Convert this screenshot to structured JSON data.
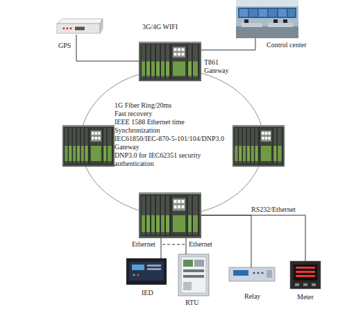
{
  "diagram": {
    "nodes": [
      {
        "text": [
          "GPS"
        ]
      },
      {
        "text": [
          "T861 Gateway"
        ]
      },
      {
        "text": [
          "Control center"
        ]
      },
      {
        "text": []
      },
      {
        "text": []
      },
      {
        "text": []
      },
      {
        "text": [
          "IED"
        ]
      },
      {
        "text": [
          "RTU"
        ]
      },
      {
        "text": [
          "Relay"
        ]
      },
      {
        "text": [
          "Meter"
        ]
      }
    ],
    "edges": [
      {
        "from": 0,
        "to": 1,
        "arrow": "none"
      },
      {
        "from": 1,
        "to": 2,
        "arrow": "none"
      },
      {
        "from": 1,
        "to": 3,
        "arrow": "none"
      },
      {
        "from": 3,
        "to": 5,
        "arrow": "none"
      },
      {
        "from": 5,
        "to": 4,
        "arrow": "none"
      },
      {
        "from": 4,
        "to": 1,
        "arrow": "none"
      },
      {
        "from": 5,
        "to": 6,
        "label": "Ethernet",
        "arrow": "none"
      },
      {
        "from": 5,
        "to": 7,
        "label": "Ethernet",
        "arrow": "none"
      },
      {
        "from": 5,
        "to": 8,
        "arrow": "none"
      },
      {
        "from": 5,
        "to": 9,
        "label": "RS232/Ethernet",
        "arrow": "none"
      }
    ],
    "labels": [
      "3G/4G WIFI",
      "1G Fiber Ring/20ms",
      "Fast recovery",
      "IEEE 1588 Ethernet time Synchronization",
      "IEC61850/IEC-870-5-101/104/DNP3.0 Gateway",
      "DNP3.0 for IEC62351 security authentication"
    ]
  }
}
